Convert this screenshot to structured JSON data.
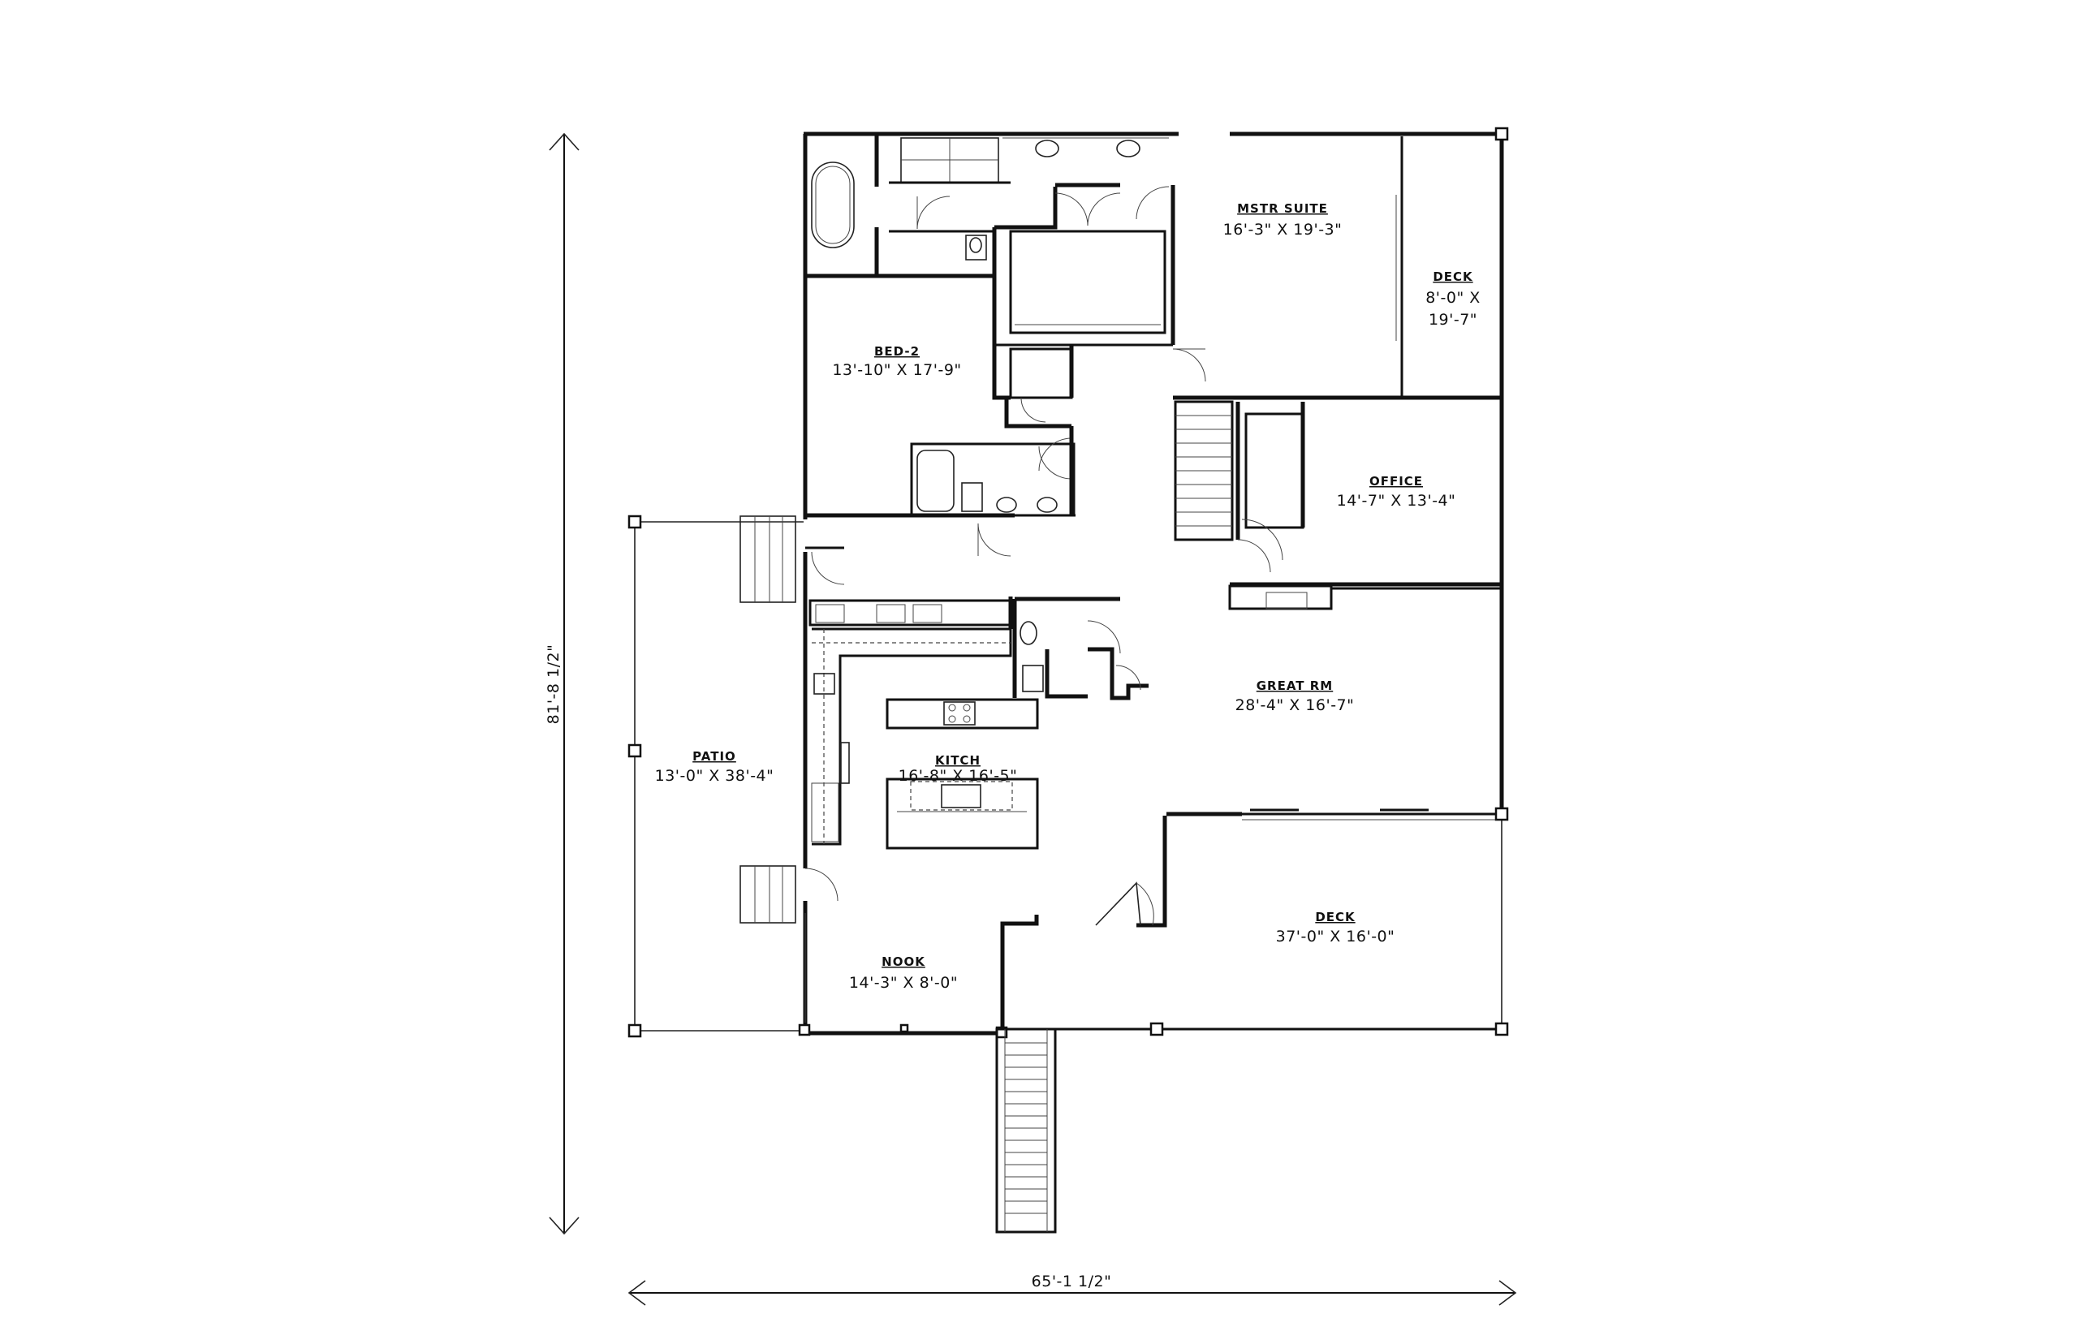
{
  "rooms": {
    "mstr_suite": {
      "name": "MSTR SUITE",
      "dims": "16'-3\" X 19'-3\""
    },
    "deck_upper": {
      "name": "DECK",
      "dims_line1": "8'-0\" X",
      "dims_line2": "19'-7\""
    },
    "bed2": {
      "name": "BED-2",
      "dims": "13'-10\" X 17'-9\""
    },
    "office": {
      "name": "OFFICE",
      "dims": "14'-7\" X 13'-4\""
    },
    "great_rm": {
      "name": "GREAT RM",
      "dims": "28'-4\" X 16'-7\""
    },
    "patio": {
      "name": "PATIO",
      "dims": "13'-0\" X 38'-4\""
    },
    "kitch": {
      "name": "KITCH",
      "dims": "16'-8\" X 16'-5\""
    },
    "deck_lower": {
      "name": "DECK",
      "dims": "37'-0\" X 16'-0\""
    },
    "nook": {
      "name": "NOOK",
      "dims": "14'-3\" X 8'-0\""
    }
  },
  "overall": {
    "height": "81'-8 1/2\"",
    "width": "65'-1 1/2\""
  }
}
